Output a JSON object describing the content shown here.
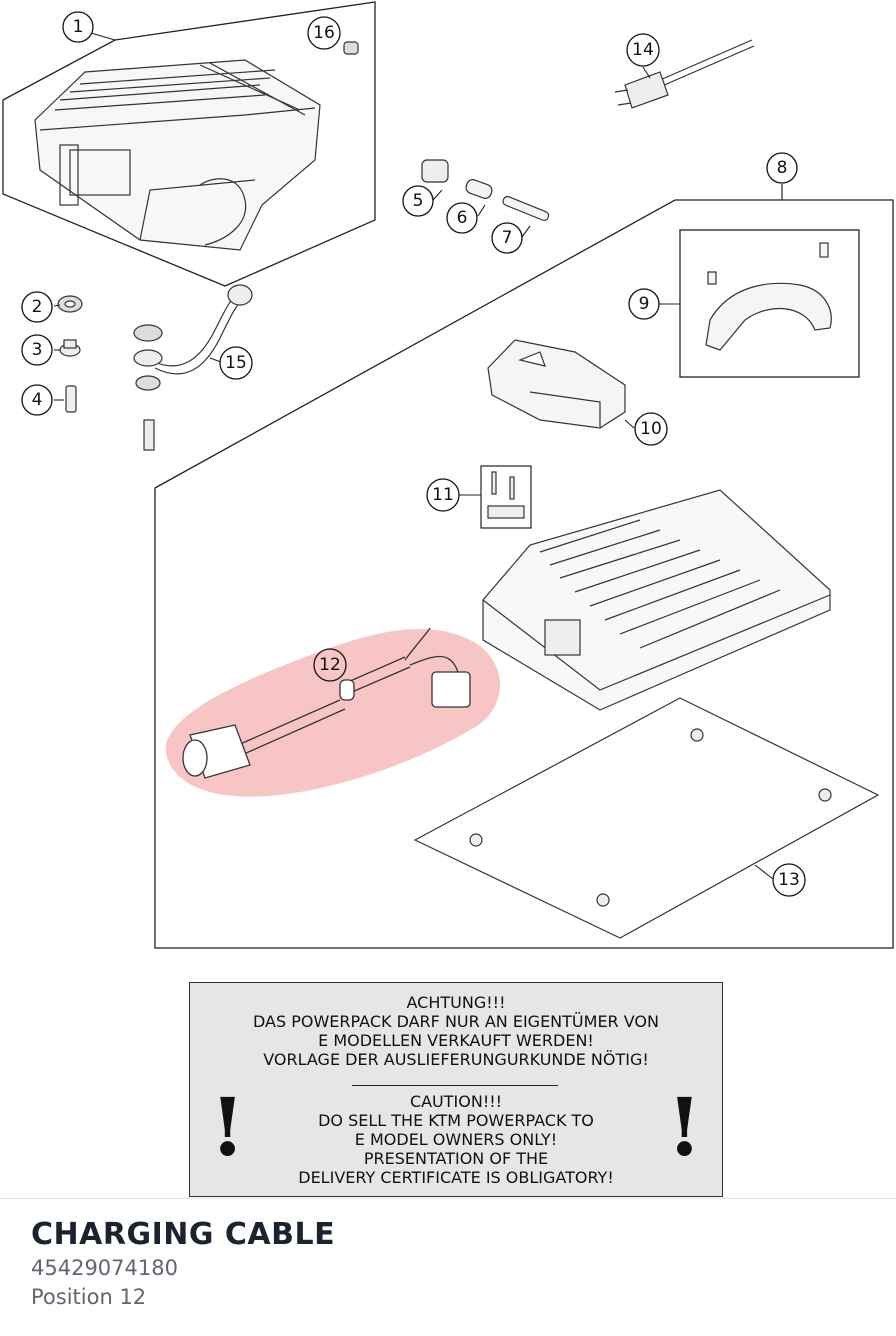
{
  "diagram": {
    "callouts": [
      {
        "id": "1",
        "label": "1"
      },
      {
        "id": "2",
        "label": "2"
      },
      {
        "id": "3",
        "label": "3"
      },
      {
        "id": "4",
        "label": "4"
      },
      {
        "id": "5",
        "label": "5"
      },
      {
        "id": "6",
        "label": "6"
      },
      {
        "id": "7",
        "label": "7"
      },
      {
        "id": "8",
        "label": "8"
      },
      {
        "id": "9",
        "label": "9"
      },
      {
        "id": "10",
        "label": "10"
      },
      {
        "id": "11",
        "label": "11"
      },
      {
        "id": "12",
        "label": "12"
      },
      {
        "id": "13",
        "label": "13"
      },
      {
        "id": "14",
        "label": "14"
      },
      {
        "id": "15",
        "label": "15"
      },
      {
        "id": "16",
        "label": "16"
      }
    ],
    "highlight_color": "#f6b6b6"
  },
  "warning": {
    "de_lines": [
      "ACHTUNG!!!",
      "DAS POWERPACK DARF NUR AN EIGENTÜMER VON",
      "E MODELLEN VERKAUFT WERDEN!",
      "VORLAGE DER AUSLIEFERUNGURKUNDE NÖTIG!"
    ],
    "en_lines": [
      "CAUTION!!!",
      "DO SELL THE KTM POWERPACK TO",
      "E MODEL OWNERS ONLY!",
      "PRESENTATION OF THE",
      "DELIVERY CERTIFICATE IS OBLIGATORY!"
    ],
    "exclamation": "!"
  },
  "part": {
    "title": "CHARGING CABLE",
    "number": "45429074180",
    "position": "Position 12"
  }
}
